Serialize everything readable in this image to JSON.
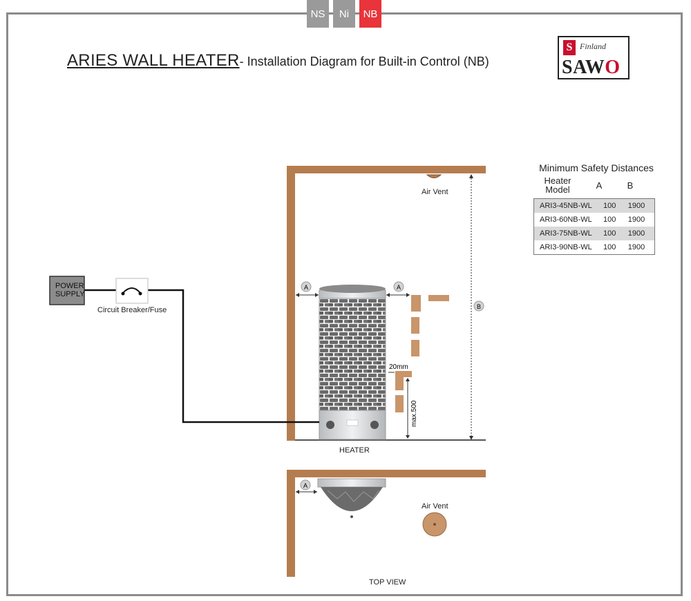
{
  "tabs": [
    {
      "label": "NS",
      "color": "#9a9a9a"
    },
    {
      "label": "Ni",
      "color": "#9a9a9a"
    },
    {
      "label": "NB",
      "color": "#e8343a"
    }
  ],
  "title": {
    "main": "ARIES WALL HEATER",
    "sub": "- Installation Diagram for Built-in Control (NB)"
  },
  "logo": {
    "finland": "Finland",
    "sawo_prefix": "SAW",
    "sawo_o": "O",
    "mark": "S"
  },
  "labels": {
    "power_supply_line1": "POWER",
    "power_supply_line2": "SUPPLY",
    "breaker": "Circuit Breaker/Fuse",
    "air_vent_top": "Air Vent",
    "air_vent_bottom": "Air Vent",
    "heater": "HEATER",
    "top_view": "TOP VIEW",
    "dim_20mm": "20mm",
    "dim_max500": "max.500",
    "marker_a": "A",
    "marker_b": "B"
  },
  "safety_table": {
    "title": "Minimum Safety Distances",
    "headers": {
      "model_line1": "Heater",
      "model_line2": "Model",
      "a": "A",
      "b": "B"
    },
    "rows": [
      {
        "model": "ARI3-45NB-WL",
        "a": "100",
        "b": "1900"
      },
      {
        "model": "ARI3-60NB-WL",
        "a": "100",
        "b": "1900"
      },
      {
        "model": "ARI3-75NB-WL",
        "a": "100",
        "b": "1900"
      },
      {
        "model": "ARI3-90NB-WL",
        "a": "100",
        "b": "1900"
      }
    ]
  },
  "colors": {
    "wood": "#b57d4f",
    "frame": "#8b8b8b",
    "stone": "#6e6e6e",
    "steel": "#d4d6d8",
    "accent": "#e8343a"
  }
}
